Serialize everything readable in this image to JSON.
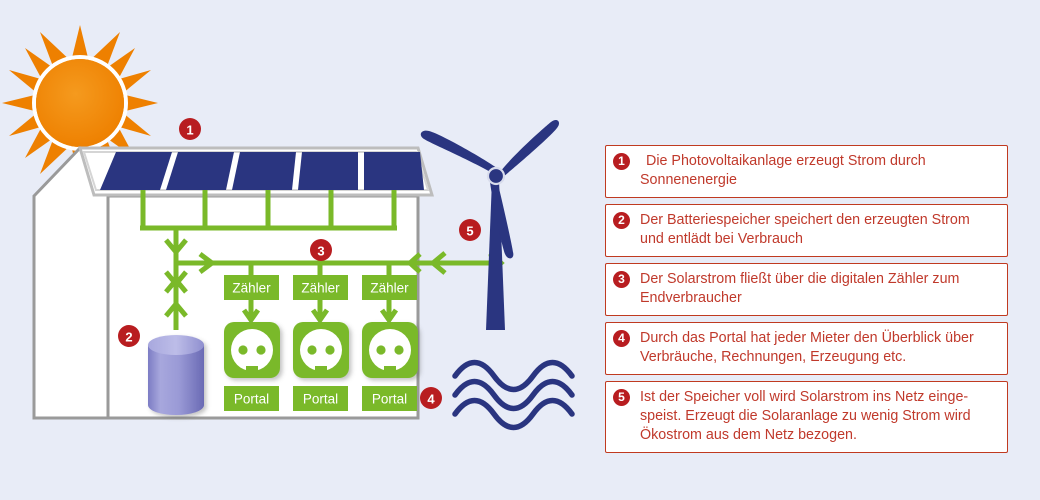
{
  "colors": {
    "background": "#e8ecf7",
    "badge_red": "#b81d20",
    "legend_border": "#c03a20",
    "legend_text": "#c0392b",
    "green": "#7ab929",
    "navy": "#2a3580",
    "orange": "#ef8200",
    "house_gray": "#9a9a9a",
    "battery_purple": "#8f8fd0"
  },
  "legend": {
    "items": [
      {
        "number": "1",
        "text": "Die Photovoltaikanlage erzeugt Strom durch Sonnenenergie"
      },
      {
        "number": "2",
        "text": "Der Batteriespeicher speichert den erzeugten Strom\nund entlädt bei Verbrauch"
      },
      {
        "number": "3",
        "text": "Der Solarstrom fließt über die digitalen Zähler zum\nEndverbraucher"
      },
      {
        "number": "4",
        "text": "Durch das Portal hat jeder Mieter den Überblick über\nVerbräuche, Rechnungen, Erzeugung etc."
      },
      {
        "number": "5",
        "text": "Ist der Speicher voll wird Solarstrom ins Netz einge-\nspeist. Erzeugt die Solaranlage zu wenig Strom wird\nÖkostrom aus dem Netz bezogen."
      }
    ]
  },
  "diagram": {
    "meters": [
      {
        "label": "Zähler"
      },
      {
        "label": "Zähler"
      },
      {
        "label": "Zähler"
      }
    ],
    "portals": [
      {
        "label": "Portal"
      },
      {
        "label": "Portal"
      },
      {
        "label": "Portal"
      }
    ],
    "markers": [
      {
        "number": "1"
      },
      {
        "number": "2"
      },
      {
        "number": "3"
      },
      {
        "number": "4"
      },
      {
        "number": "5"
      }
    ],
    "icons": {
      "sun": "sun-icon",
      "solar_panel": "solar-panel-icon",
      "battery": "battery-storage-icon",
      "socket": "power-socket-icon",
      "wind_turbine": "wind-turbine-icon",
      "water_waves": "water-waves-icon",
      "house": "house-icon"
    }
  }
}
